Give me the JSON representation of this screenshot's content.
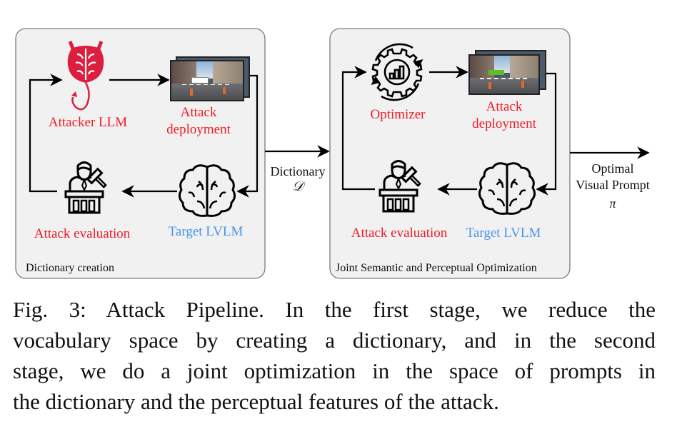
{
  "stage1": {
    "title": "Dictionary creation",
    "nodes": {
      "attacker": {
        "label": "Attacker LLM",
        "icon": "devil-brain-icon"
      },
      "deployment": {
        "label_line1": "Attack",
        "label_line2": "deployment",
        "icon": "street-scene-image"
      },
      "evaluation": {
        "label": "Attack evaluation",
        "icon": "judge-icon"
      },
      "target": {
        "label": "Target LVLM",
        "icon": "brain-icon"
      }
    }
  },
  "link": {
    "label": "Dictionary",
    "symbol": "𝒟"
  },
  "stage2": {
    "title": "Joint Semantic and Perceptual Optimization",
    "nodes": {
      "optimizer": {
        "label": "Optimizer",
        "icon": "gear-chart-icon"
      },
      "deployment": {
        "label_line1": "Attack",
        "label_line2": "deployment",
        "icon": "street-scene-image"
      },
      "evaluation": {
        "label": "Attack evaluation",
        "icon": "judge-icon"
      },
      "target": {
        "label": "Target LVLM",
        "icon": "brain-icon"
      }
    }
  },
  "output": {
    "line1": "Optimal",
    "line2": "Visual Prompt",
    "symbol": "π"
  },
  "colors": {
    "attack_red": "#ee1c25",
    "target_blue": "#4b95e9",
    "panel_bg": "#f1f1f1"
  },
  "caption": {
    "lines": [
      "Fig. 3: Attack Pipeline. In the first stage, we reduce the",
      "vocabulary space by creating a dictionary, and in the second",
      "stage, we do a joint optimization in the space of prompts in",
      "the dictionary and the perceptual features of the attack."
    ]
  }
}
